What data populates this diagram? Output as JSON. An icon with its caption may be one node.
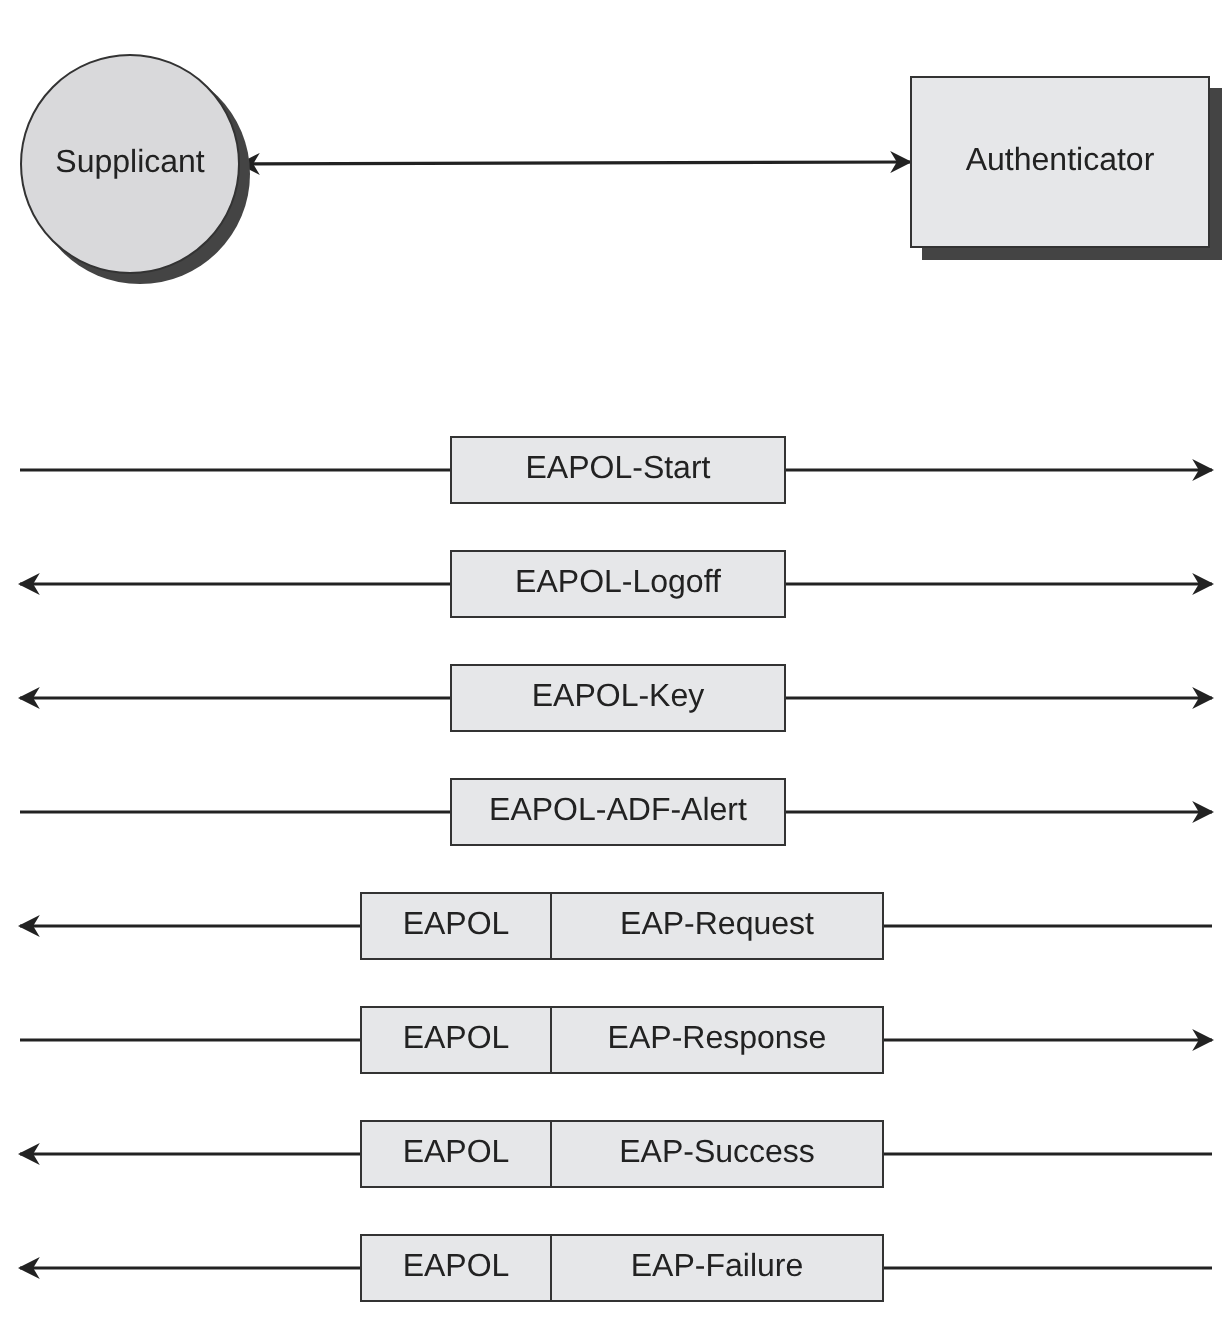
{
  "diagram": {
    "nodes": [
      {
        "text": [
          "Supplicant"
        ]
      },
      {
        "text": [
          "Authenticator"
        ]
      },
      {
        "text": [
          "EAPOL-Start"
        ]
      },
      {
        "text": [
          "EAPOL-Logoff"
        ]
      },
      {
        "text": [
          "EAPOL-Key"
        ]
      },
      {
        "text": [
          "EAPOL-ADF-Alert"
        ]
      },
      {
        "text": [
          "EAPOL",
          "EAP-Request"
        ]
      },
      {
        "text": [
          "EAPOL",
          "EAP-Response"
        ]
      },
      {
        "text": [
          "EAPOL",
          "EAP-Success"
        ]
      },
      {
        "text": [
          "EAPOL",
          "EAP-Failure"
        ]
      }
    ],
    "edges": [
      {
        "from": 0,
        "to": 1,
        "arrow": "both"
      },
      {
        "from": null,
        "to": 2,
        "arrow": "none"
      },
      {
        "from": 2,
        "to": null,
        "arrow": "to"
      },
      {
        "from": 3,
        "to": null,
        "arrow": "to"
      },
      {
        "from": 3,
        "to": null,
        "arrow": "to"
      },
      {
        "from": 4,
        "to": null,
        "arrow": "to"
      },
      {
        "from": 4,
        "to": null,
        "arrow": "to"
      },
      {
        "from": null,
        "to": 5,
        "arrow": "none"
      },
      {
        "from": 5,
        "to": null,
        "arrow": "to"
      },
      {
        "from": 6,
        "to": null,
        "arrow": "to"
      },
      {
        "from": 6,
        "to": null,
        "arrow": "none"
      },
      {
        "from": null,
        "to": 7,
        "arrow": "none"
      },
      {
        "from": 7,
        "to": null,
        "arrow": "to"
      },
      {
        "from": 8,
        "to": null,
        "arrow": "to"
      },
      {
        "from": 8,
        "to": null,
        "arrow": "none"
      },
      {
        "from": 9,
        "to": null,
        "arrow": "to"
      },
      {
        "from": 9,
        "to": null,
        "arrow": "none"
      }
    ]
  }
}
